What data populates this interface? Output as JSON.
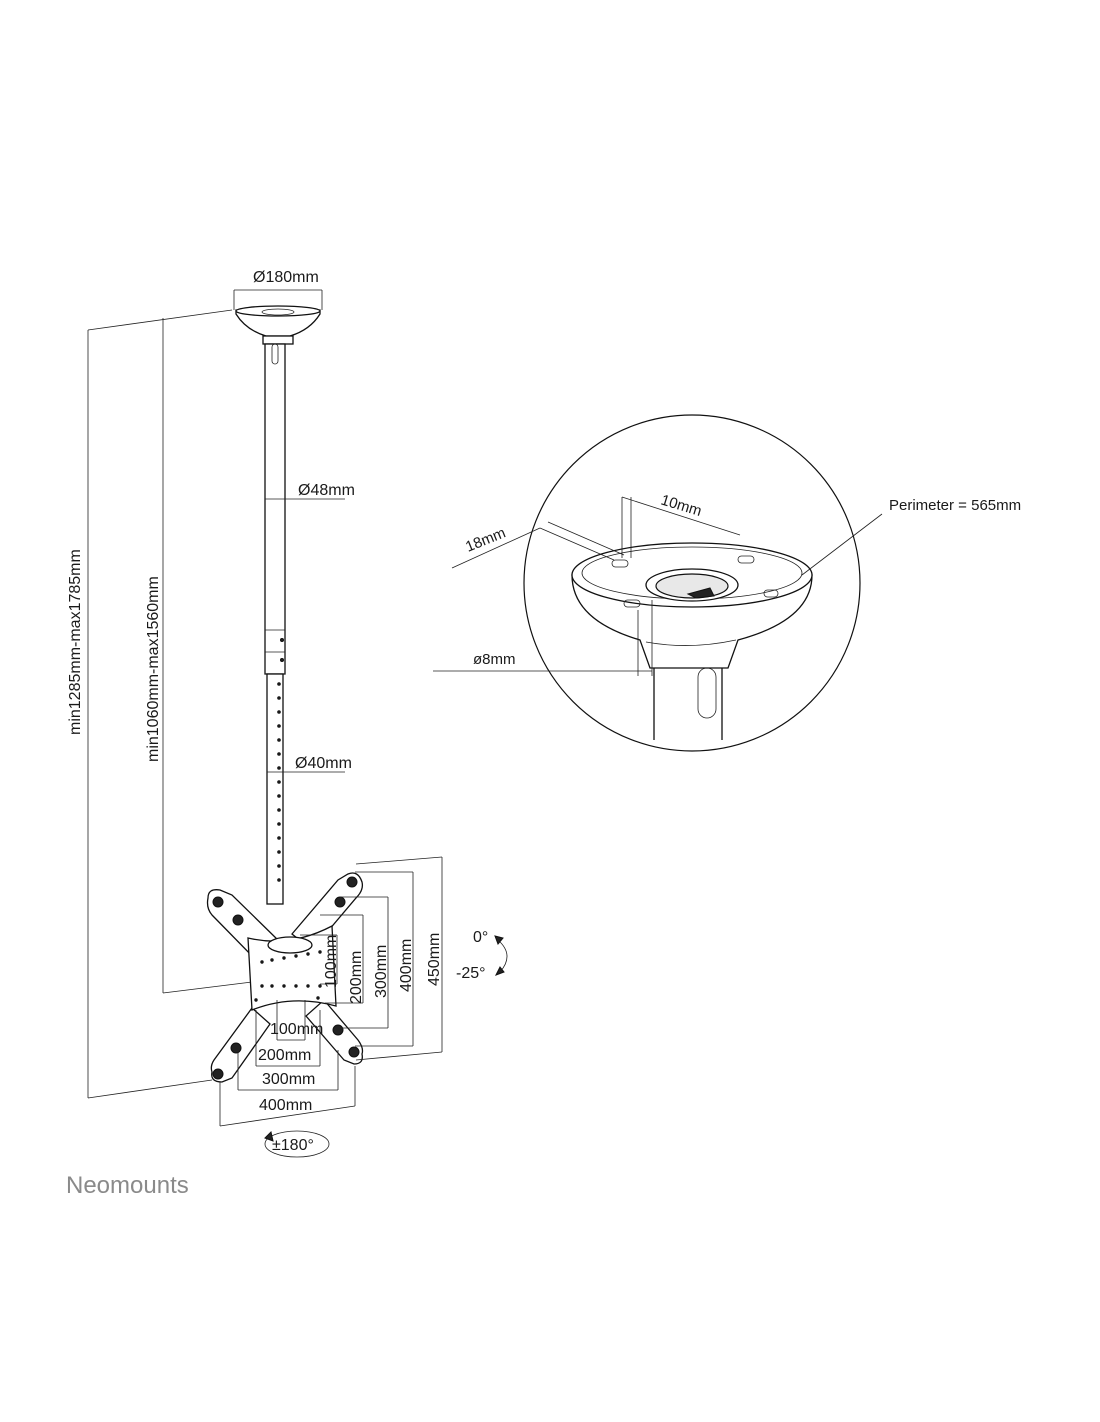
{
  "brand": {
    "name": "Neomounts"
  },
  "main_view": {
    "ceiling_plate_diameter": "Ø180mm",
    "upper_pole_diameter": "Ø48mm",
    "lower_pole_diameter": "Ø40mm",
    "total_height": "min1285mm-max1785mm",
    "pole_height": "min1060mm-max1560mm",
    "tilt_up": "0°",
    "tilt_down": "-25°",
    "swivel": "±180°",
    "vesa_vertical": [
      "100mm",
      "200mm",
      "300mm",
      "400mm",
      "450mm"
    ],
    "vesa_horizontal": [
      "100mm",
      "200mm",
      "300mm",
      "400mm"
    ]
  },
  "detail_view": {
    "slot_length": "10mm",
    "slot_offset": "18mm",
    "hole_diameter": "ø8mm",
    "perimeter": "Perimeter = 565mm"
  },
  "colors": {
    "line": "#111111",
    "brand": "#8a8a8a"
  }
}
